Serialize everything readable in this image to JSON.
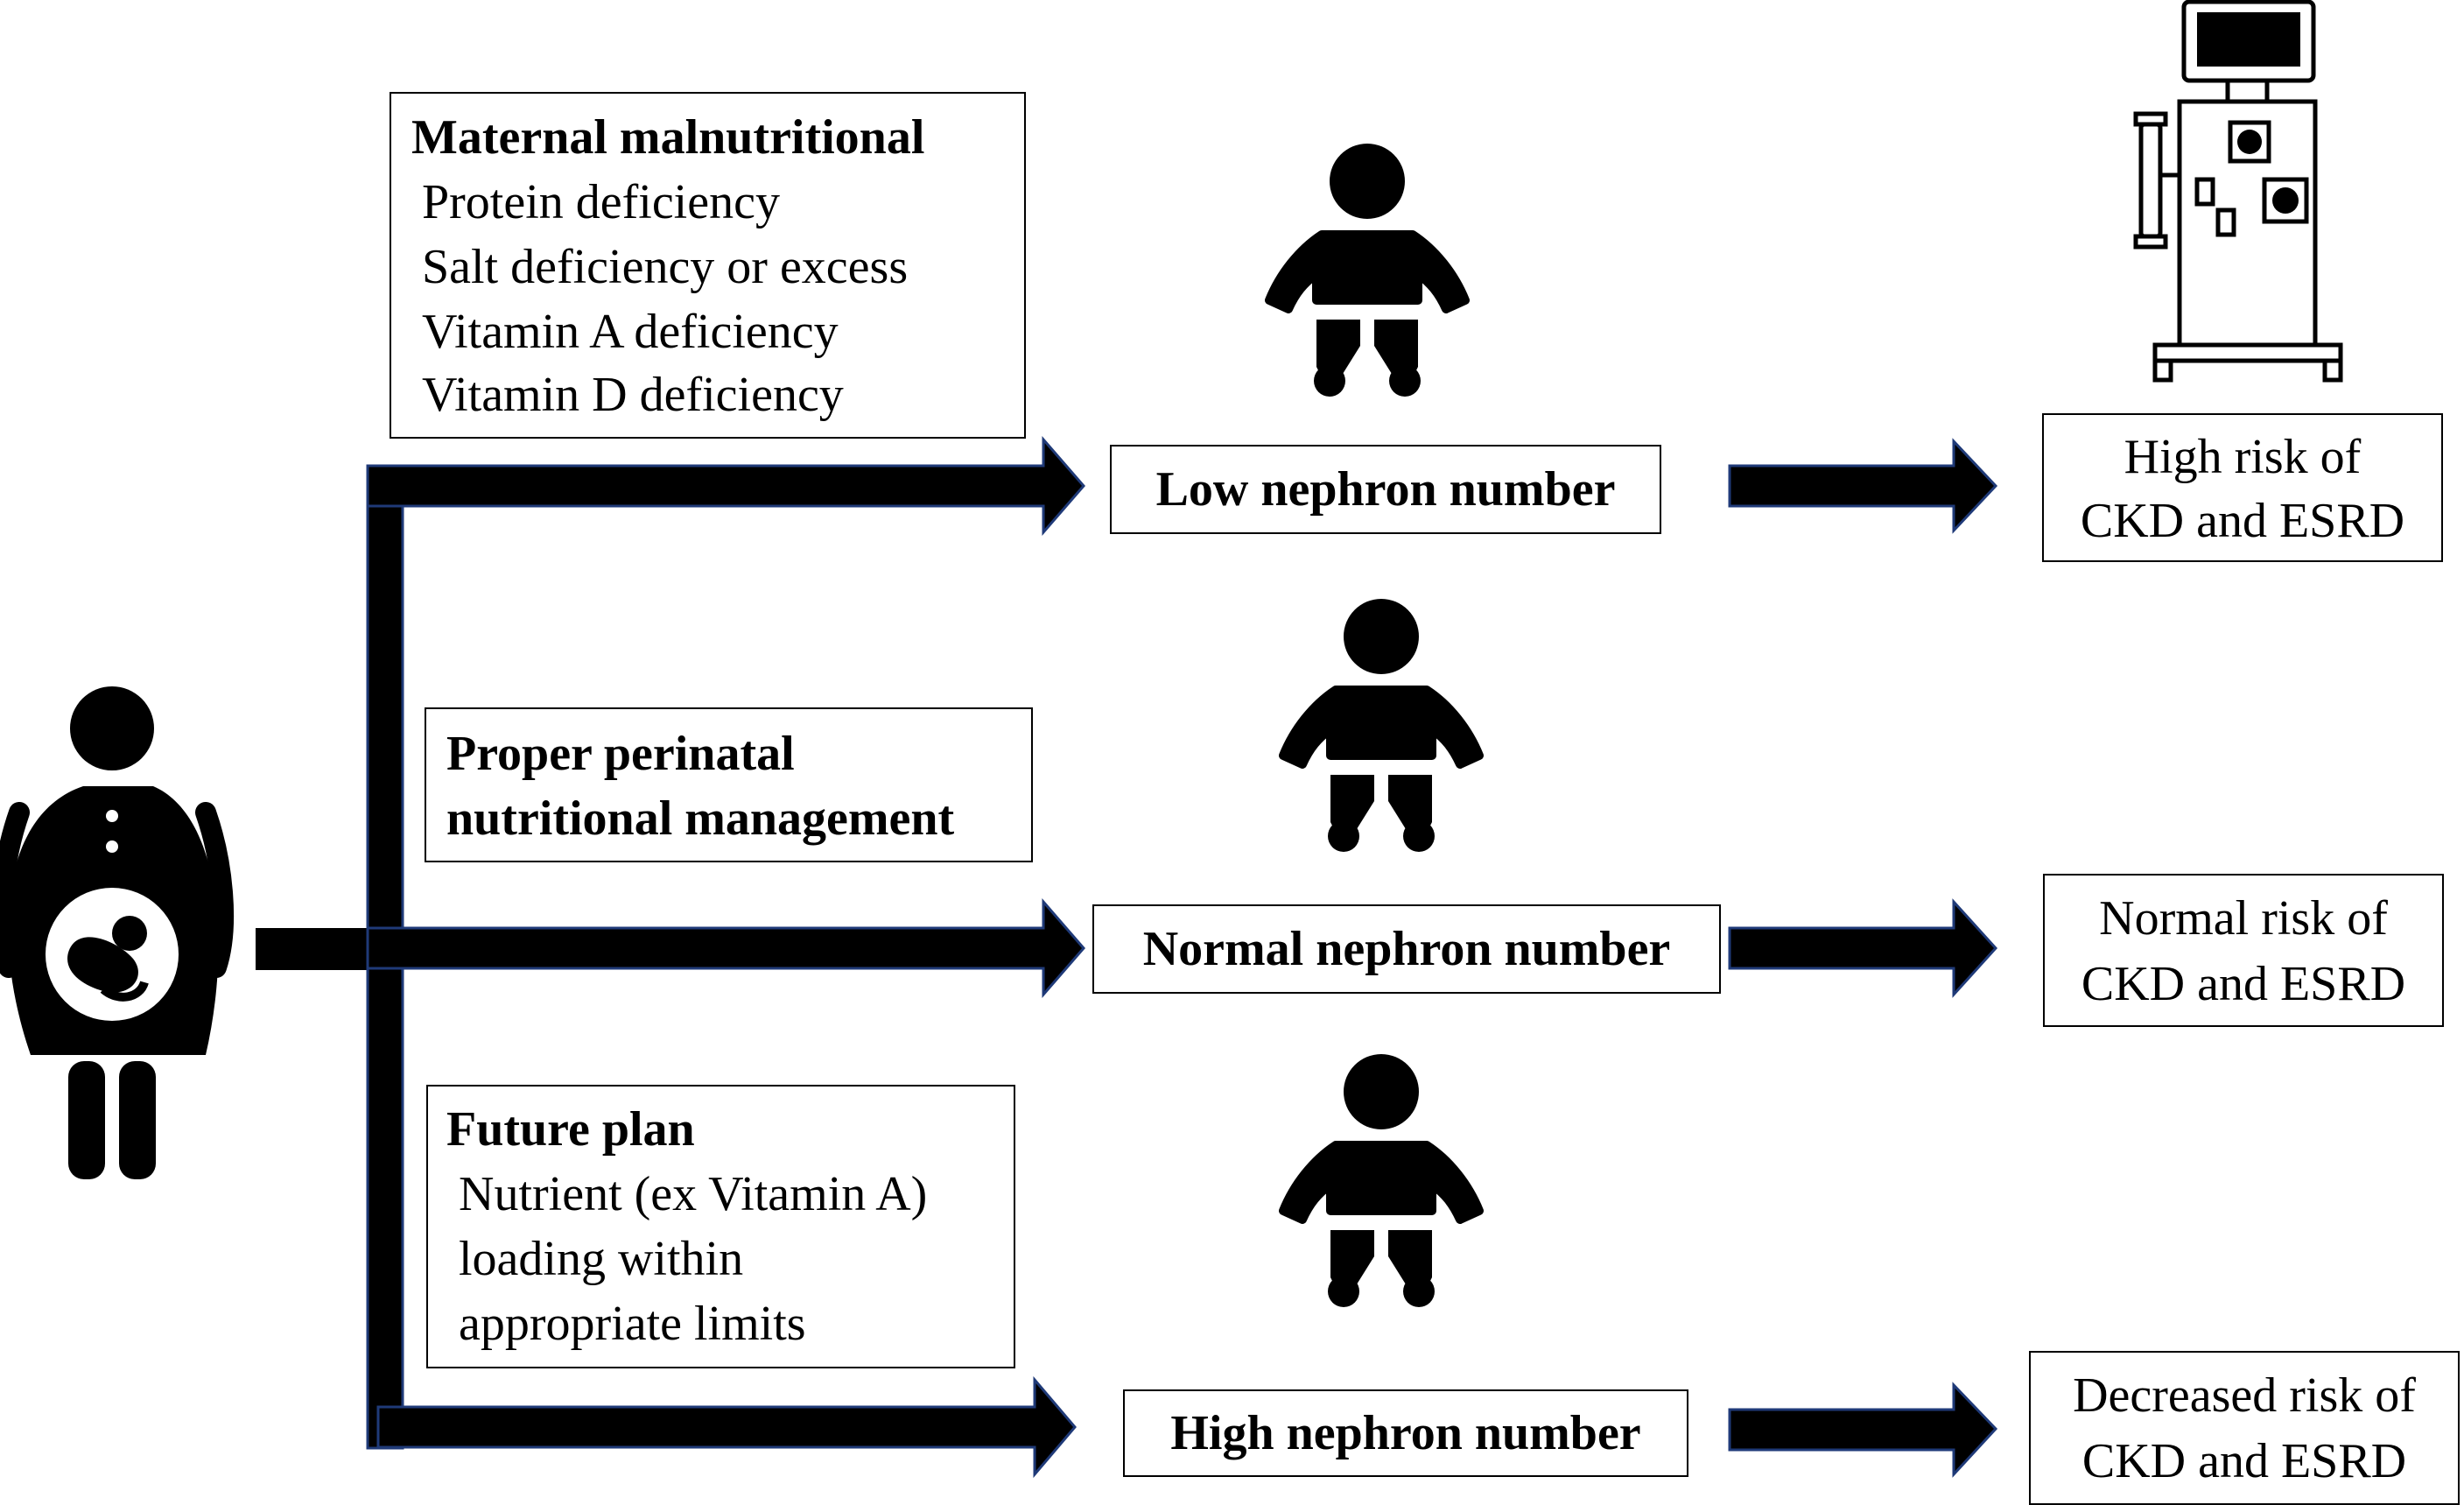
{
  "factor_boxes": {
    "malnutrition": {
      "title": "Maternal malnutritional",
      "items": [
        "Protein deficiency",
        "Salt deficiency or excess",
        "Vitamin A deficiency",
        "Vitamin D deficiency"
      ]
    },
    "proper": {
      "lines": [
        "Proper perinatal",
        "nutritional management"
      ]
    },
    "future": {
      "title": "Future plan",
      "lines": [
        "Nutrient (ex Vitamin A)",
        "loading within",
        "appropriate limits"
      ]
    }
  },
  "nephron_outcomes": {
    "low": "Low nephron number",
    "normal": "Normal nephron number",
    "high": "High nephron number"
  },
  "risk_outcomes": {
    "high": [
      "High risk of",
      "CKD and ESRD"
    ],
    "normal": [
      "Normal risk of",
      "CKD and ESRD"
    ],
    "decreased": [
      "Decreased risk of",
      "CKD and ESRD"
    ]
  },
  "icons": [
    "pregnant-woman-icon",
    "baby-icon",
    "dialysis-machine-icon"
  ],
  "colors": {
    "arrow_fill": "#000000",
    "arrow_outline": "#1f3a78",
    "background": "#ffffff"
  }
}
